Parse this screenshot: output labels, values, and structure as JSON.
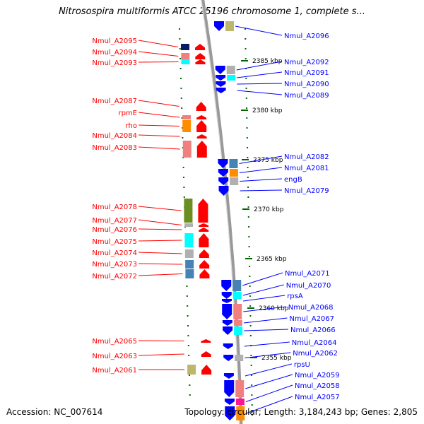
{
  "title": "Nitrosospira multiformis ATCC 25196 chromosome 1, complete s...",
  "footer": {
    "accession": "Accession: NC_007614",
    "topology": "Topology: circular;",
    "length": "Length: 3,184,243 bp;",
    "genes": "Genes: 2,805"
  },
  "colors": {
    "forward_strand": "#ff0000",
    "reverse_strand": "#0000ff",
    "backbone": "#999999",
    "tick": "#006600",
    "cog_dark_navy": "#0b1a66",
    "cog_pink": "#f08080",
    "cog_cyan": "#00ffff",
    "cog_orange": "#ff8c00",
    "cog_olive": "#6b8e23",
    "cog_gray": "#b0b0b0",
    "cog_steel": "#4682b4",
    "cog_khaki": "#bdb76b",
    "cog_magenta": "#ff1493"
  },
  "scale_labels": [
    "2385 kbp",
    "2380 kbp",
    "2375 kbp",
    "2370 kbp",
    "2365 kbp",
    "2360 kbp",
    "2355 kbp"
  ],
  "forward_genes": [
    {
      "label": "Nmul_A2095",
      "cog": "cog_dark_navy"
    },
    {
      "label": "Nmul_A2094",
      "cog": "cog_pink"
    },
    {
      "label": "Nmul_A2093",
      "cog": "cog_cyan"
    },
    {
      "label": "Nmul_A2087",
      "cog": ""
    },
    {
      "label": "rpmE",
      "cog": "cog_pink"
    },
    {
      "label": "rho",
      "cog": "cog_orange"
    },
    {
      "label": "Nmul_A2084",
      "cog": ""
    },
    {
      "label": "Nmul_A2083",
      "cog": "cog_pink"
    },
    {
      "label": "Nmul_A2078",
      "cog": "cog_olive"
    },
    {
      "label": "Nmul_A2077",
      "cog": "cog_gray"
    },
    {
      "label": "Nmul_A2076",
      "cog": ""
    },
    {
      "label": "Nmul_A2075",
      "cog": "cog_cyan"
    },
    {
      "label": "Nmul_A2074",
      "cog": "cog_gray"
    },
    {
      "label": "Nmul_A2073",
      "cog": "cog_steel"
    },
    {
      "label": "Nmul_A2072",
      "cog": "cog_steel"
    },
    {
      "label": "Nmul_A2065",
      "cog": ""
    },
    {
      "label": "Nmul_A2063",
      "cog": ""
    },
    {
      "label": "Nmul_A2061",
      "cog": "cog_khaki"
    }
  ],
  "reverse_genes": [
    {
      "label": "Nmul_A2096",
      "cog": "cog_khaki"
    },
    {
      "label": "Nmul_A2092",
      "cog": "cog_gray"
    },
    {
      "label": "Nmul_A2091",
      "cog": "cog_cyan"
    },
    {
      "label": "Nmul_A2090",
      "cog": ""
    },
    {
      "label": "Nmul_A2089",
      "cog": ""
    },
    {
      "label": "Nmul_A2082",
      "cog": "cog_steel"
    },
    {
      "label": "Nmul_A2081",
      "cog": "cog_orange"
    },
    {
      "label": "engB",
      "cog": "cog_gray"
    },
    {
      "label": "Nmul_A2079",
      "cog": ""
    },
    {
      "label": "Nmul_A2071",
      "cog": "cog_steel"
    },
    {
      "label": "Nmul_A2070",
      "cog": "cog_cyan"
    },
    {
      "label": "rpsA",
      "cog": ""
    },
    {
      "label": "Nmul_A2068",
      "cog": "cog_pink"
    },
    {
      "label": "Nmul_A2067",
      "cog": "cog_pink"
    },
    {
      "label": "Nmul_A2066",
      "cog": "cog_cyan"
    },
    {
      "label": "Nmul_A2064",
      "cog": ""
    },
    {
      "label": "Nmul_A2062",
      "cog": "cog_gray"
    },
    {
      "label": "rpsU",
      "cog": ""
    },
    {
      "label": "Nmul_A2059",
      "cog": "cog_pink"
    },
    {
      "label": "Nmul_A2058",
      "cog": "cog_magenta"
    },
    {
      "label": "Nmul_A2057",
      "cog": "cog_orange"
    }
  ]
}
